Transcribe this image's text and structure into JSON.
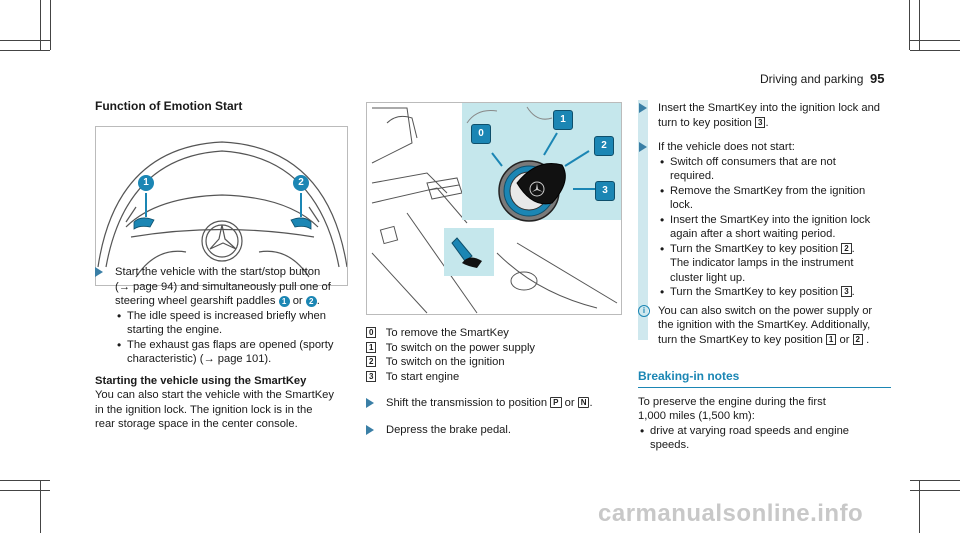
{
  "header": {
    "section": "Driving and parking",
    "page_number": "95"
  },
  "col1": {
    "heading": "Function of Emotion Start",
    "image_labels": {
      "callout1": "1",
      "callout2": "2"
    },
    "step1": {
      "text_a": "Start the vehicle with the start/stop button",
      "text_b": "(→ page 94) and simultaneously pull one of",
      "text_c": "steering wheel gearshift paddles",
      "badge1": "1",
      "or": "or",
      "badge2": "2",
      "end": "."
    },
    "bullets": [
      {
        "line1": "The idle speed is increased briefly when",
        "line2": "starting the engine."
      },
      {
        "line1": "The exhaust gas flaps are opened (sporty",
        "line2": "characteristic) (→ page 101)."
      }
    ],
    "subheading": "Starting the vehicle using the SmartKey",
    "para": [
      "You can also start the vehicle with the SmartKey",
      "in the ignition lock. The ignition lock is in the",
      "rear storage space in the center console."
    ]
  },
  "col2": {
    "image_labels": {
      "pos0": "0",
      "pos1": "1",
      "pos2": "2",
      "pos3": "3"
    },
    "legend": [
      {
        "key": "0",
        "text": "To remove the SmartKey"
      },
      {
        "key": "1",
        "text": "To switch on the power supply"
      },
      {
        "key": "2",
        "text": "To switch on the ignition"
      },
      {
        "key": "3",
        "text": "To start engine"
      }
    ],
    "step1": {
      "text": "Shift the transmission to position",
      "key_p": "P",
      "or": "or",
      "key_n": "N",
      "end": "."
    },
    "step2": {
      "text": "Depress the brake pedal."
    }
  },
  "col3": {
    "step1": {
      "line1": "Insert the SmartKey into the ignition lock and",
      "line2": "turn to key position",
      "key": "3",
      "end": "."
    },
    "step2": {
      "text": "If the vehicle does not start:"
    },
    "bullets": [
      {
        "line1": "Switch off consumers that are not",
        "line2": "required."
      },
      {
        "line1": "Remove the SmartKey from the ignition",
        "line2": "lock."
      },
      {
        "line1": "Insert the SmartKey into the ignition lock",
        "line2": "again after a short waiting period."
      },
      {
        "line1": "Turn the SmartKey to key position",
        "key": "2",
        "end": ".",
        "line2": "The indicator lamps in the instrument",
        "line3": "cluster light up."
      },
      {
        "line1": "Turn the SmartKey to key position",
        "key": "3",
        "end": "."
      }
    ],
    "note": {
      "line1": "You can also switch on the power supply or",
      "line2": "the ignition with the SmartKey. Additionally,",
      "line3": "turn the SmartKey to key position",
      "key1": "1",
      "or": "or",
      "key2": "2",
      "end": "."
    },
    "section_title": "Breaking-in notes",
    "para": [
      "To preserve the engine during the first",
      "1,000 miles (1,500 km):"
    ],
    "bullet": {
      "line1": "drive at varying road speeds and engine",
      "line2": "speeds."
    }
  },
  "footer": {
    "watermark": "carmanualsonline.info"
  },
  "colors": {
    "accent": "#1b86b4",
    "bar": "#cfe8ee",
    "highlight": "#c5e7ec"
  }
}
